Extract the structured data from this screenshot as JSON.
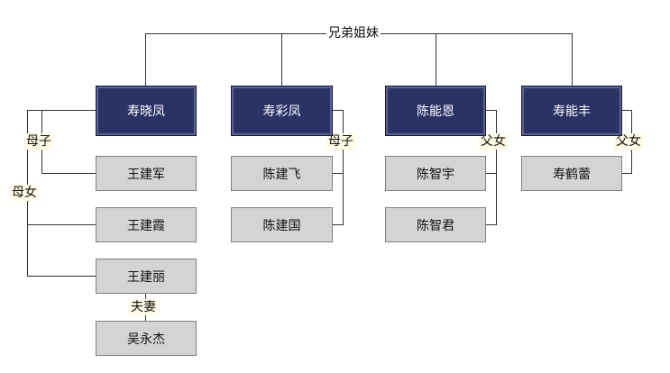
{
  "relations": {
    "siblings": "兄弟姐妹",
    "mother_son_1": "母子",
    "mother_daughter": "母女",
    "mother_son_2": "母子",
    "father_daughter_1": "父女",
    "father_daughter_2": "父女",
    "spouse": "夫妻"
  },
  "siblings": {
    "s1": "寿晓凤",
    "s2": "寿彩凤",
    "s3": "陈能恩",
    "s4": "寿能丰"
  },
  "children": {
    "c1a": "王建军",
    "c1b": "王建霞",
    "c1c": "王建丽",
    "c2a": "陈建飞",
    "c2b": "陈建国",
    "c3a": "陈智宇",
    "c3b": "陈智君",
    "c4a": "寿鹤蕾"
  },
  "spouse": {
    "c1c_spouse": "吴永杰"
  },
  "colors": {
    "sibling_box": "#2b3266",
    "child_box": "#d4d4d4",
    "label_bg": "#fffbe6",
    "line": "#333333"
  }
}
